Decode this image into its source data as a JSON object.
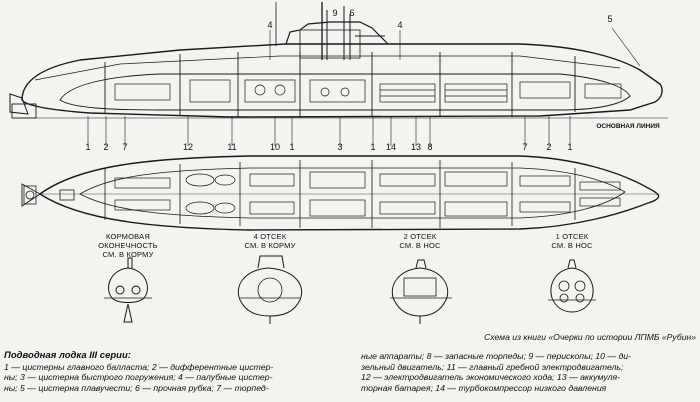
{
  "labels": {
    "top_numbers": [
      "9",
      "6",
      "4",
      "5",
      "4"
    ],
    "side_numbers": [
      "1",
      "2",
      "7",
      "12",
      "11",
      "10",
      "1",
      "3",
      "1",
      "14",
      "13",
      "8",
      "7",
      "2",
      "1"
    ],
    "baseline_label": "ОСНОВНАЯ ЛИНИЯ"
  },
  "sections": [
    {
      "line1": "КОРМОВАЯ",
      "line2": "ОКОНЕЧНОСТЬ",
      "line3": "СМ. В КОРМУ"
    },
    {
      "line1": "4 ОТСЕК",
      "line2": "СМ. В КОРМУ"
    },
    {
      "line1": "2 ОТСЕК",
      "line2": "СМ. В НОС"
    },
    {
      "line1": "1 ОТСЕК",
      "line2": "СМ. В НОС"
    }
  ],
  "credit": "Схема из книги «Очерки по истории ЛПМБ «Рубин»",
  "caption": {
    "title": "Подводная лодка III серии:",
    "left_lines": [
      "1 — цистерны главного балласта; 2 — дифферентные цистер-",
      "ны; 3 — цистерна быстрого погружения; 4 — палубные цистер-",
      "ны; 5 — цистерна плавучести; 6 — прочная рубка; 7 — торпед-"
    ],
    "right_lines": [
      "ные аппараты; 8 — запасные торпеды; 9 — перископы; 10 — ди-",
      "зельный двигатель; 11 — главный гребной электродвигатель;",
      "12 — электродвигатель экономического хода; 13 — аккумуля-",
      "торная батарея; 14 — турбокомпрессор низкого давления"
    ]
  },
  "colors": {
    "ink": "#1a1a1a",
    "paper": "#f4f3ef"
  }
}
